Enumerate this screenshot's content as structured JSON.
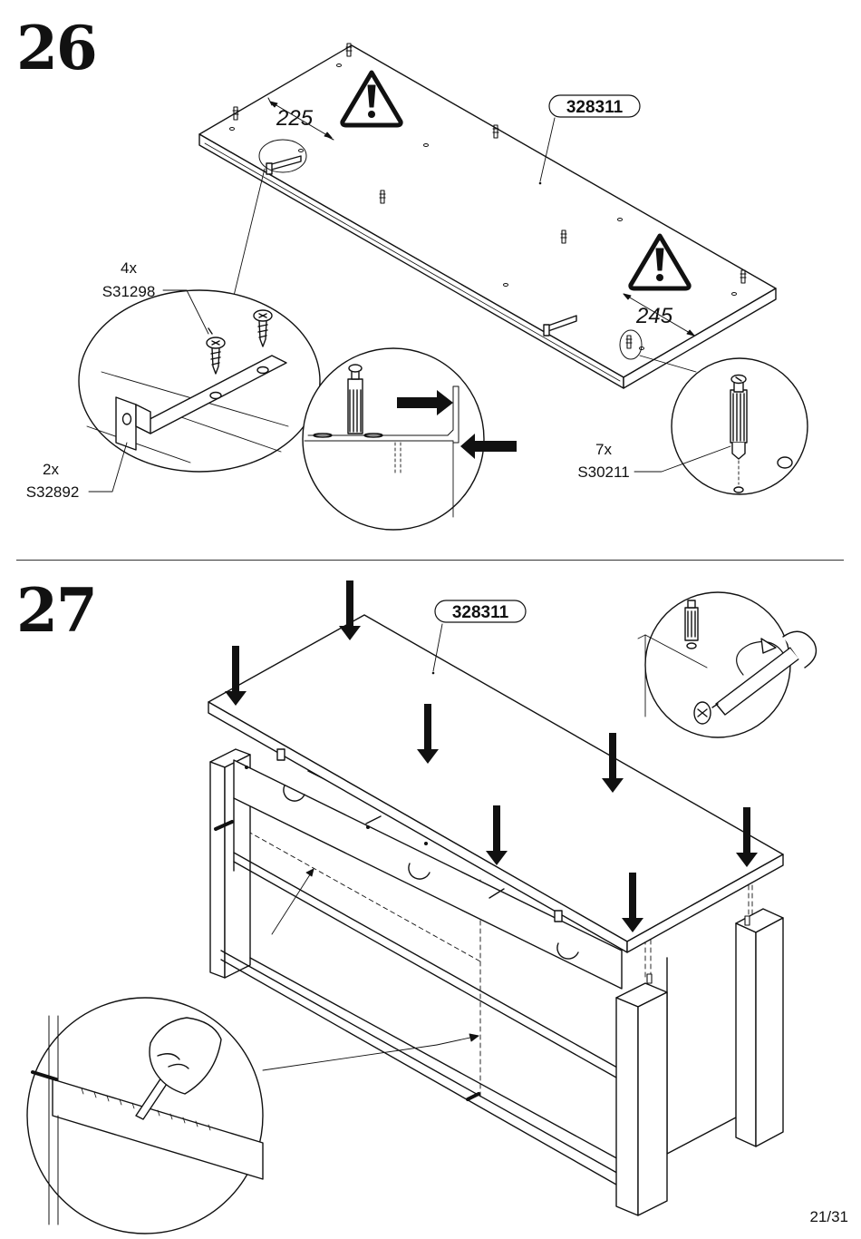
{
  "page": {
    "number": "21/31"
  },
  "steps": [
    {
      "number": "26",
      "part_label": "328311",
      "dimension_left": "225",
      "dimension_right": "245",
      "callouts": [
        {
          "qty": "4x",
          "code": "S31298"
        },
        {
          "qty": "2x",
          "code": "S32892"
        },
        {
          "qty": "7x",
          "code": "S30211"
        }
      ]
    },
    {
      "number": "27",
      "part_label": "328311"
    }
  ]
}
